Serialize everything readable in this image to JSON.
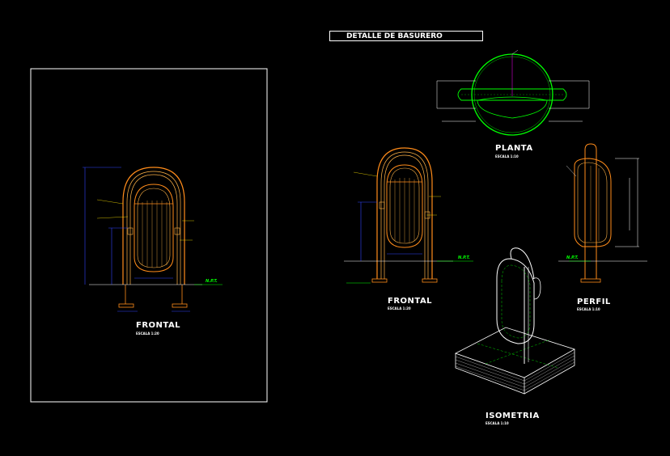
{
  "drawing": {
    "title": "DETALLE DE BASURERO",
    "views": {
      "frontal_left": {
        "label": "FRONTAL",
        "scale": "ESCALA 1:20"
      },
      "frontal_right": {
        "label": "FRONTAL",
        "scale": "ESCALA 1:20"
      },
      "planta": {
        "label": "PLANTA",
        "scale": "ESCALA 1:10"
      },
      "perfil": {
        "label": "PERFIL",
        "scale": "ESCALA 1:10"
      },
      "isometria": {
        "label": "ISOMETRIA",
        "scale": "ESCALA 1:10"
      }
    },
    "level_marks": {
      "left": "N.P.T.",
      "right_frontal": "N.P.T.",
      "perfil": "N.P.T."
    },
    "colors": {
      "background": "#000000",
      "frame": "#ffffff",
      "outline": "#ff8c1a",
      "inner": "#ffb347",
      "dimension": "#0000ff",
      "dimension_text": "#ffff00",
      "level": "#00ff00",
      "hidden": "#00cc00",
      "axis": "#ff00ff"
    }
  }
}
